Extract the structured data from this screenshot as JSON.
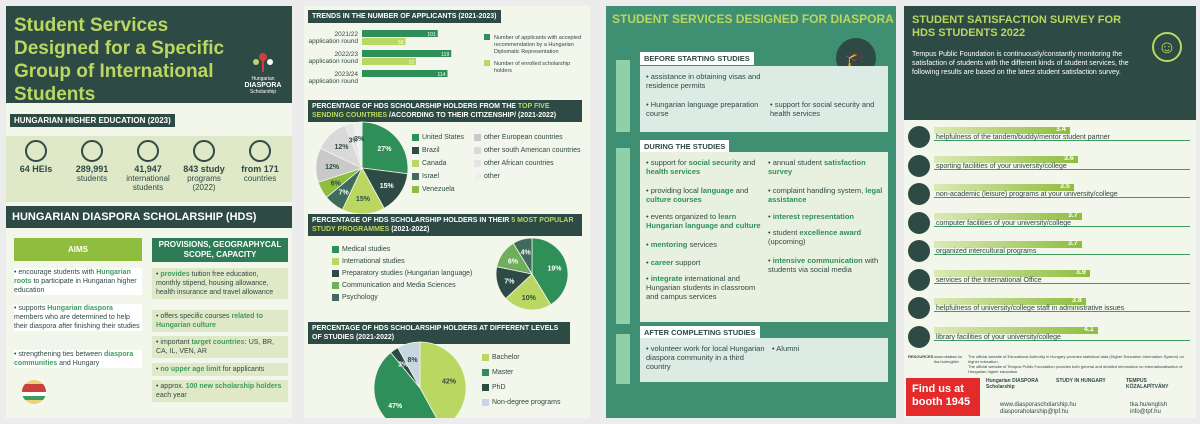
{
  "panel1": {
    "title": "Student Services Designed for a Specific Group of International Students",
    "logo": {
      "line1": "Hungarian",
      "line2": "DIASPORA",
      "line3": "Scholarship"
    },
    "he_header": "HUNGARIAN HIGHER EDUCATION (2023)",
    "stats": [
      {
        "value": "64 HEIs",
        "label": ""
      },
      {
        "value": "289,991",
        "label": "students"
      },
      {
        "value": "41,947",
        "label": "international students"
      },
      {
        "value": "843 study",
        "label": "programs (2022)"
      },
      {
        "value": "from 171",
        "label": "countries"
      }
    ],
    "hds_header": "HUNGARIAN DIASPORA SCHOLARSHIP (HDS)",
    "aims_header": "AIMS",
    "prov_header": "PROVISIONS, GEOGRAPHYCAL SCOPE, CAPACITY",
    "aims": [
      {
        "pre": "encourage students with ",
        "hl": "Hungarian roots",
        "post": " to participate in Hungarian higher education"
      },
      {
        "pre": "supports ",
        "hl": "Hungarian diaspora",
        "post": " members who are determined to help their diaspora after finishing their studies"
      },
      {
        "pre": "strengthening ties between ",
        "hl": "diaspora communities",
        "post": " and Hungary"
      }
    ],
    "provisions": [
      {
        "pre": "",
        "hl": "provides",
        "post": " tuition free education, monthly stipend, housing allowance, health insurance and travel allowance"
      },
      {
        "pre": "offers specific courses ",
        "hl": "related to Hungarian culture",
        "post": ""
      },
      {
        "pre": "important ",
        "hl": "target countries:",
        "post": " US, BR, CA, IL, VEN, AR"
      },
      {
        "pre": "",
        "hl": "no upper age limit",
        "post": " for applicants"
      },
      {
        "pre": "approx. ",
        "hl": "100 new scholarship holders",
        "post": " each year"
      }
    ]
  },
  "panel2": {
    "trends_header": "TRENDS IN THE NUMBER OF APPLICANTS (2021-2023)",
    "countries_header_a": "PERCENTAGE OF HDS SCHOLARSHIP HOLDERS FROM THE ",
    "countries_header_hl": "TOP FIVE SENDING COUNTRIES",
    "countries_header_b": " /ACCORDING TO THEIR CITIZENSHIP/ (2021-2022)",
    "programmes_header_a": "PERCENTAGE OF HDS SCHOLARSHIP HOLDERS IN THEIR ",
    "programmes_header_hl": "5 MOST POPULAR STUDY PROGRAMMES",
    "programmes_header_b": " (2021-2022)",
    "levels_header": "PERCENTAGE OF HDS SCHOLARSHIP HOLDERS AT DIFFERENT LEVELS OF STUDIES (2021-2022)"
  },
  "chart_data": [
    {
      "type": "bar",
      "categories": [
        "2021/22 application round",
        "2022/23 application round",
        "2023/24 application round"
      ],
      "series": [
        {
          "name": "Number of applicants with accepted recommendation by a Hungarian Diplomatic Representation",
          "values": [
            101,
            119,
            114
          ]
        },
        {
          "name": "Number of enrolled scholarship holders",
          "values": [
            58,
            72,
            null
          ]
        }
      ],
      "colors": [
        "#2e8f58",
        "#b9d761"
      ]
    },
    {
      "type": "pie",
      "labels": [
        "United States",
        "Brazil",
        "Canada",
        "Israel",
        "Venezuela",
        "other European countries",
        "other south American countries",
        "other African countries",
        "other"
      ],
      "values": [
        27,
        15,
        15,
        7,
        6,
        12,
        12,
        3,
        3
      ],
      "colors": [
        "#2e8f58",
        "#2e4a45",
        "#b9d761",
        "#3f6b5c",
        "#8fbd3e",
        "#c9c9c9",
        "#d9d9d9",
        "#e5e5e5",
        "#efefef"
      ]
    },
    {
      "type": "pie",
      "labels": [
        "Medical studies",
        "International studies",
        "Preparatory studies (Hungarian language)",
        "Communication and Media Sciences",
        "Psychology"
      ],
      "values": [
        19,
        10,
        7,
        6,
        4
      ],
      "colors": [
        "#2e8f58",
        "#b9d761",
        "#2e4a45",
        "#6fae5a",
        "#3f6b5c"
      ]
    },
    {
      "type": "pie",
      "labels": [
        "Bachelor",
        "Master",
        "PhD",
        "Non-degree programs"
      ],
      "values": [
        42,
        47,
        3,
        8
      ],
      "colors": [
        "#b9d761",
        "#2e8f58",
        "#2e4a45",
        "#c7d6e0"
      ]
    },
    {
      "type": "bar",
      "categories": [
        "helpfulness of the tandem/buddy/mentor student partner",
        "sporting facilities of your university/college",
        "non-academic (leisure) programs at your university/college",
        "computer facilities of your university/college",
        "organized intercultural programs",
        "services of the International Office",
        "helpfulness of university/college staff in administrative issues",
        "library facilities of your university/college"
      ],
      "values": [
        3.4,
        3.6,
        3.5,
        3.7,
        3.7,
        3.9,
        3.8,
        4.1
      ],
      "value_labels": [
        "3.4",
        "3.6",
        "3.5",
        "3.7",
        "3.7",
        "3.9",
        "3.8",
        "4.1"
      ],
      "xlim": [
        0,
        5
      ]
    }
  ],
  "panel3": {
    "title": "STUDENT SERVICES DESIGNED FOR DIASPORA",
    "before_header": "BEFORE STARTING STUDIES",
    "before": [
      "assistance in obtaining visas and residence permits",
      "Hungarian language preparation course",
      "support for social security and health services"
    ],
    "during_header": "DURING THE STUDIES",
    "during_left": [
      {
        "pre": "support for ",
        "hl": "social security",
        "post": " and ",
        "hl2": "health services"
      },
      {
        "pre": "providing local ",
        "hl": "language",
        "post": " and ",
        "hl2": "culture courses"
      },
      {
        "pre": "events organized to ",
        "hl": "learn Hungarian language and culture",
        "post": "",
        "hl2": ""
      },
      {
        "pre": "",
        "hl": "mentoring",
        "post": " services",
        "hl2": ""
      },
      {
        "pre": "",
        "hl": "career",
        "post": " support",
        "hl2": ""
      },
      {
        "pre": "",
        "hl": "integrate",
        "post": " international and Hungarian students in classroom and campus services",
        "hl2": ""
      }
    ],
    "during_right": [
      {
        "pre": "annual student ",
        "hl": "satisfaction survey",
        "post": ""
      },
      {
        "pre": "complaint handling system, ",
        "hl": "legal assistance",
        "post": ""
      },
      {
        "pre": "",
        "hl": "interest representation",
        "post": ""
      },
      {
        "pre": "student ",
        "hl": "excellence award",
        "post": " (upcoming)"
      },
      {
        "pre": "",
        "hl": "intensive communication",
        "post": " with students via social media"
      }
    ],
    "after_header": "AFTER COMPLETING STUDIES",
    "after": [
      "volunteer work for local Hungarian diaspora community in a third country",
      "Alumni"
    ]
  },
  "panel4": {
    "title": "STUDENT SATISFACTION SURVEY FOR HDS STUDENTS 2022",
    "intro": "Tempus Public Foundation is continuously/constantly monitoring the satisfaction of students with the different kinds of student services, the following results are based on the latest student satisfaction survey.",
    "resources_label": "RESOURCES",
    "resource_links": "www.oktatas.hu\ntka.hu/english",
    "resource_text": "The official website of Educational Authority in Hungary provides statistical data (Higher Education Information System) on higher education.\nThe official website of Tempus Public Foundation provides both general and detailed information on internationalisation of Hungarian higher education.",
    "booth": "Find us at booth 1945",
    "logos": [
      "Hungarian DIASPORA Scholarship",
      "STUDY IN HUNGARY",
      "TEMPUS KÖZALAPÍTVÁNY"
    ],
    "contact_left": "www.diasporascholarship.hu\ndiasporaholarship@tpf.hu",
    "contact_right": "tka.hu/english\ninfo@tpf.hu"
  }
}
